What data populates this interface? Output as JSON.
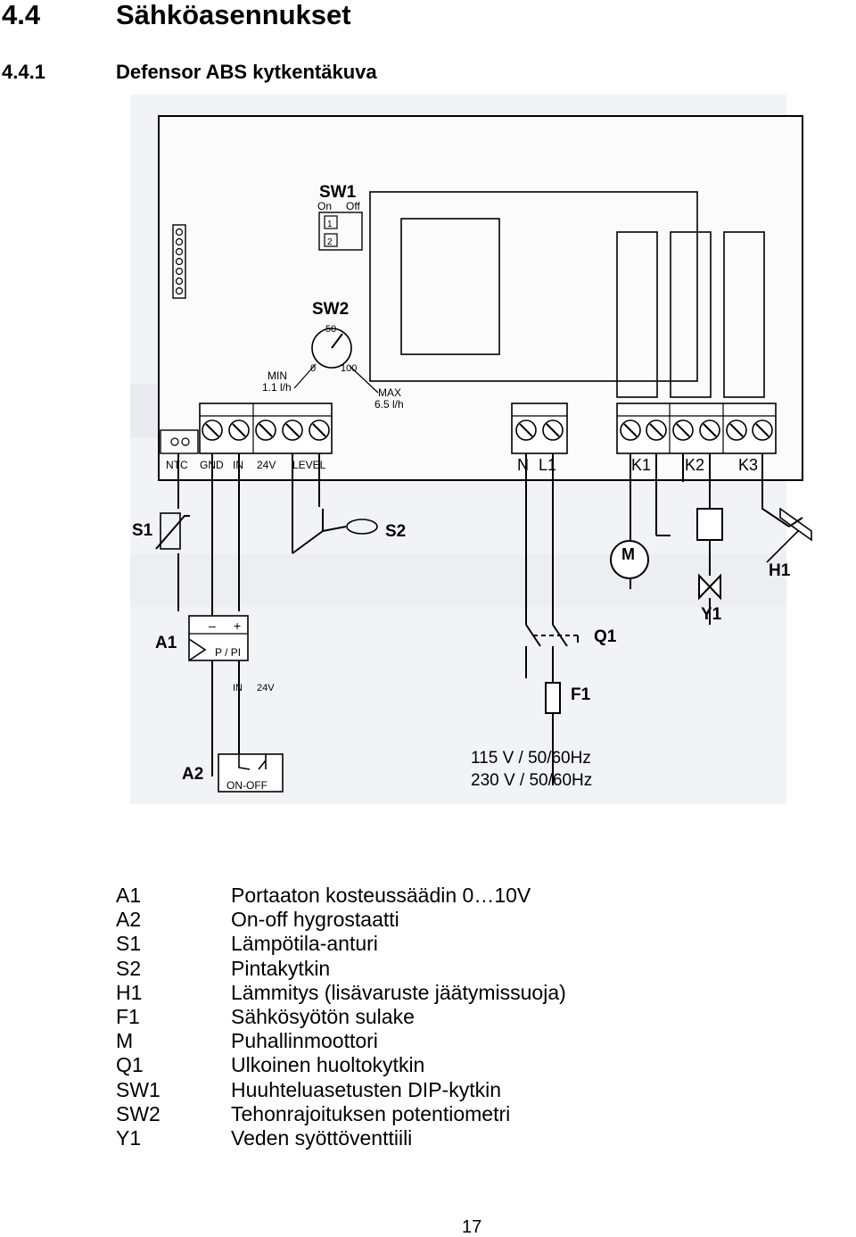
{
  "section": {
    "number": "4.4",
    "title": "Sähköasennukset"
  },
  "subsection": {
    "number": "4.4.1",
    "title": "Defensor ABS kytkentäkuva"
  },
  "diagram": {
    "sw1": {
      "title": "SW1",
      "on": "On",
      "off": "Off",
      "pos1": "1",
      "pos2": "2"
    },
    "sw2": {
      "title": "SW2",
      "dial_mid": "50",
      "dial_min": "0",
      "dial_max": "100",
      "min_label": "MIN",
      "min_value": "1.1 l/h",
      "max_label": "MAX",
      "max_value": "6.5 l/h"
    },
    "terminals_left": [
      "NTC",
      "GND",
      "IN",
      "24V",
      "LEVEL"
    ],
    "terminals_power": [
      "N",
      "L1"
    ],
    "terminals_relay": [
      "K1",
      "K2",
      "K3"
    ],
    "s1": "S1",
    "s2": "S2",
    "a1": "A1",
    "a1_minus": "–",
    "a1_plus": "+",
    "a1_type": "P / PI",
    "a2": "A2",
    "a2_in": "IN",
    "a2_24v": "24V",
    "a2_type": "ON-OFF",
    "q1": "Q1",
    "f1": "F1",
    "m": "M",
    "h1": "H1",
    "y1": "Y1",
    "supply_1": "115 V / 50/60Hz",
    "supply_2": "230 V / 50/60Hz"
  },
  "legend": [
    {
      "code": "A1",
      "desc": "Portaaton kosteussäädin  0…10V"
    },
    {
      "code": "A2",
      "desc": "On-off hygrostaatti"
    },
    {
      "code": "S1",
      "desc": "Lämpötila-anturi"
    },
    {
      "code": "S2",
      "desc": "Pintakytkin"
    },
    {
      "code": "H1",
      "desc": "Lämmitys (lisävaruste jäätymissuoja)"
    },
    {
      "code": "F1",
      "desc": "Sähkösyötön sulake"
    },
    {
      "code": "M",
      "desc": "Puhallinmoottori"
    },
    {
      "code": "Q1",
      "desc": "Ulkoinen huoltokytkin"
    },
    {
      "code": "SW1",
      "desc": "Huuhteluasetusten DIP-kytkin"
    },
    {
      "code": "SW2",
      "desc": "Tehonrajoituksen potentiometri"
    },
    {
      "code": "Y1",
      "desc": "Veden syöttöventtiili"
    }
  ],
  "page_number": "17"
}
